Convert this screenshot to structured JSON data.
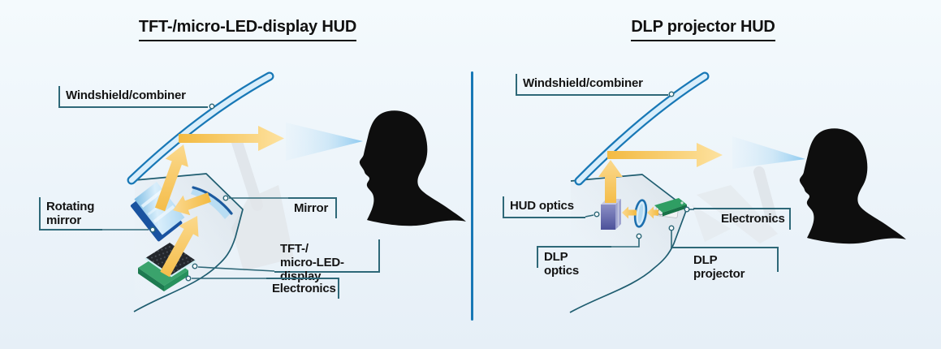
{
  "left_panel": {
    "title": "TFT-/micro-LED-display HUD",
    "labels": {
      "windshield": "Windshield/combiner",
      "rotating_mirror": "Rotating\nmirror",
      "mirror": "Mirror",
      "display": "TFT-/\nmicro-LED-display",
      "electronics": "Electronics"
    }
  },
  "right_panel": {
    "title": "DLP projector HUD",
    "labels": {
      "windshield": "Windshield/combiner",
      "hud_optics": "HUD optics",
      "dlp_optics": "DLP optics",
      "electronics": "Electronics",
      "dlp_projector": "DLP projector"
    }
  },
  "colors": {
    "background_top": "#f4fafd",
    "background_bottom": "#e6eff7",
    "divider_blue": "#1878b6",
    "windshield_blue": "#1878b6",
    "beam_yellow": "#f6c35c",
    "leader_teal": "#2e6878",
    "housing_teal": "#1f5d70",
    "silhouette_black": "#0e0e0e",
    "pcb_green": "#2f9e63",
    "optics_purple": "#666bac",
    "mirror_blue": "#1c5a9e"
  }
}
